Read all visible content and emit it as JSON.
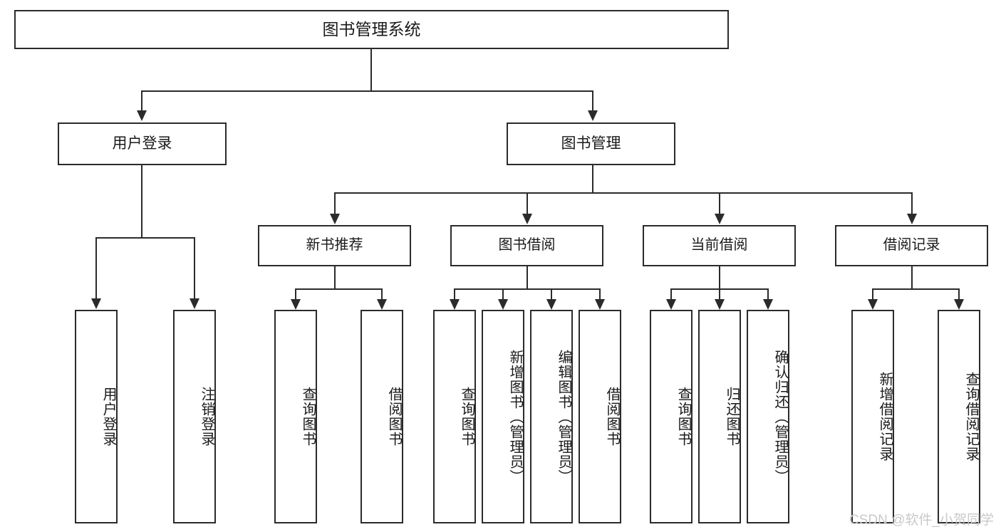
{
  "diagram": {
    "title": "图书管理系统",
    "root": {
      "label": "图书管理系统"
    },
    "level1": [
      {
        "label": "用户登录"
      },
      {
        "label": "图书管理"
      }
    ],
    "level2": [
      {
        "label": "新书推荐"
      },
      {
        "label": "图书借阅"
      },
      {
        "label": "当前借阅"
      },
      {
        "label": "借阅记录"
      }
    ],
    "leaves": {
      "user_login": [
        {
          "label": "用户登录"
        },
        {
          "label": "注销登录"
        }
      ],
      "new_book_recommend": [
        {
          "label": "查询图书"
        },
        {
          "label": "借阅图书"
        }
      ],
      "book_borrow": [
        {
          "label": "查询图书"
        },
        {
          "label": "新增图书（管理员）"
        },
        {
          "label": "编辑图书（管理员）"
        },
        {
          "label": "借阅图书"
        }
      ],
      "current_borrow": [
        {
          "label": "查询图书"
        },
        {
          "label": "归还图书"
        },
        {
          "label": "确认归还（管理员）"
        }
      ],
      "borrow_record": [
        {
          "label": "新增借阅记录"
        },
        {
          "label": "查询借阅记录"
        }
      ]
    }
  },
  "watermark": {
    "text": "CSDN @软件_小贺同学"
  },
  "colors": {
    "stroke": "#2b2b2b",
    "background": "#ffffff",
    "text": "#1a1a1a",
    "watermark": "#c9c9c9"
  }
}
